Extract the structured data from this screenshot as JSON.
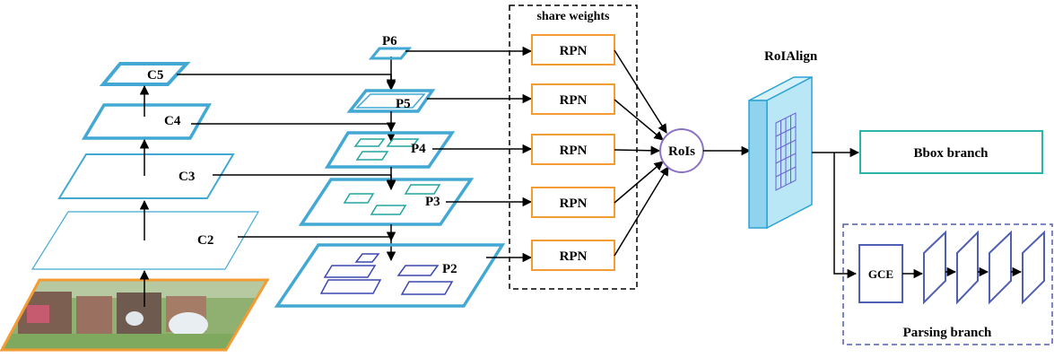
{
  "backbone": {
    "c5": "C5",
    "c4": "C4",
    "c3": "C3",
    "c2": "C2"
  },
  "fpn": {
    "p6": "P6",
    "p5": "P5",
    "p4": "P4",
    "p3": "P3",
    "p2": "P2"
  },
  "rpn": {
    "group_label": "share weights",
    "block_label": "RPN"
  },
  "rois_label": "RoIs",
  "roialign_label": "RoIAlign",
  "bbox_branch_label": "Bbox branch",
  "parsing": {
    "gce_label": "GCE",
    "branch_label": "Parsing branch"
  },
  "colors": {
    "backbone": "#43a9d4",
    "rpn_box": "#f39c34",
    "rois_circle": "#8a73c6",
    "bbox_box": "#2bb5a6",
    "parsing_box": "#4f5fb3",
    "roialign_face": "#b9e7f6",
    "roialign_edge": "#2aa2d6",
    "roi_region_blue": "#3c46b0",
    "roi_region_teal": "#22a6a0",
    "grid": "#6b5fd6",
    "photo_border": "#f39c34"
  }
}
